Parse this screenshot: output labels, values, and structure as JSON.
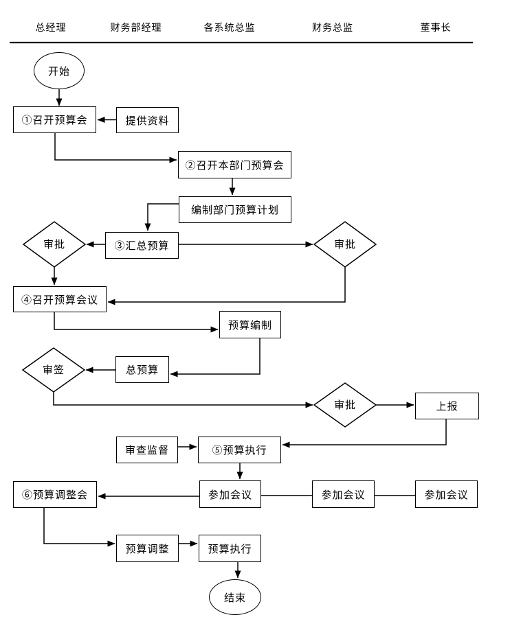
{
  "header": {
    "columns": [
      {
        "label": "总经理"
      },
      {
        "label": "财务部经理"
      },
      {
        "label": "各系统总监"
      },
      {
        "label": "财务总监"
      },
      {
        "label": "董事长"
      }
    ]
  },
  "nodes": {
    "start": {
      "label": "开始"
    },
    "step1_hold_budget_meeting": {
      "label": "①召开预算会"
    },
    "provide_materials": {
      "label": "提供资料"
    },
    "step2_dept_budget_meeting": {
      "label": "②召开本部门预算会"
    },
    "draft_dept_budget_plan": {
      "label": "编制部门预算计划"
    },
    "step3_summarize_budget": {
      "label": "③汇总预算"
    },
    "approve_left": {
      "label": "审批"
    },
    "approve_right_1": {
      "label": "审批"
    },
    "step4_budget_conference": {
      "label": "④召开预算会议"
    },
    "budget_preparation": {
      "label": "预算编制"
    },
    "total_budget": {
      "label": "总预算"
    },
    "sign_review": {
      "label": "审签"
    },
    "approve_right_2": {
      "label": "审批"
    },
    "report_up": {
      "label": "上报"
    },
    "audit_supervision": {
      "label": "审查监督"
    },
    "step5_budget_execution": {
      "label": "⑤预算执行"
    },
    "attend_meeting_1": {
      "label": "参加会议"
    },
    "attend_meeting_2": {
      "label": "参加会议"
    },
    "attend_meeting_3": {
      "label": "参加会议"
    },
    "step6_budget_adjust_meeting": {
      "label": "⑥预算调整会"
    },
    "budget_adjustment": {
      "label": "预算调整"
    },
    "budget_execution_2": {
      "label": "预算执行"
    },
    "end": {
      "label": "结束"
    }
  },
  "colors": {
    "line": "#000000",
    "text": "#000000",
    "background": "#ffffff"
  }
}
